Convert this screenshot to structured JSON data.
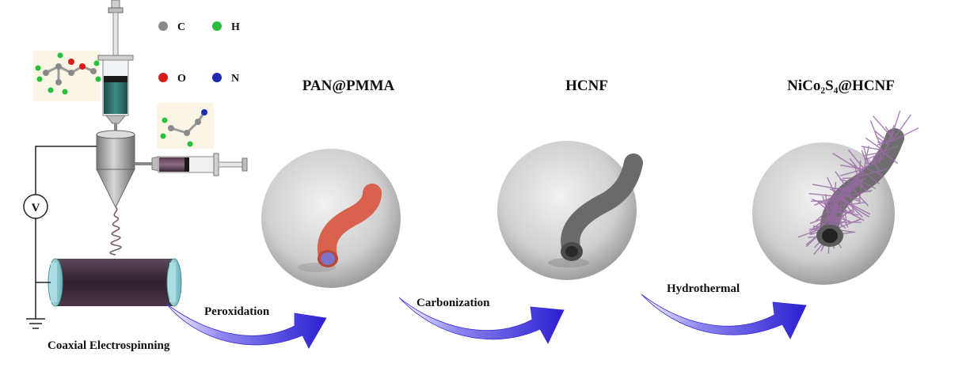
{
  "legend": [
    {
      "symbol": "C",
      "color": "#8a8a8a"
    },
    {
      "symbol": "H",
      "color": "#27c03a"
    },
    {
      "symbol": "O",
      "color": "#d81b1b"
    },
    {
      "symbol": "N",
      "color": "#1d2bb0"
    }
  ],
  "stages": [
    {
      "title": "PAN@PMMA",
      "fiber_color": "#d9624e",
      "core_color": "#7f74c8"
    },
    {
      "title": "HCNF",
      "fiber_color": "#6a6a6a",
      "core_color": "#2a2a2a"
    },
    {
      "title": "NiCo₂S₄@HCNF",
      "fiber_color": "#6e6e6e",
      "core_color": "#222222",
      "whisker_color": "#9a6aa6"
    }
  ],
  "steps": [
    {
      "label": "Peroxidation"
    },
    {
      "label": "Carbonization"
    },
    {
      "label": "Hydrothermal"
    }
  ],
  "setup": {
    "caption": "Coaxial Electrospinning",
    "voltmeter": "V",
    "collector_color": "#3d2a3a",
    "arrow_color": "#3a2bd6"
  }
}
